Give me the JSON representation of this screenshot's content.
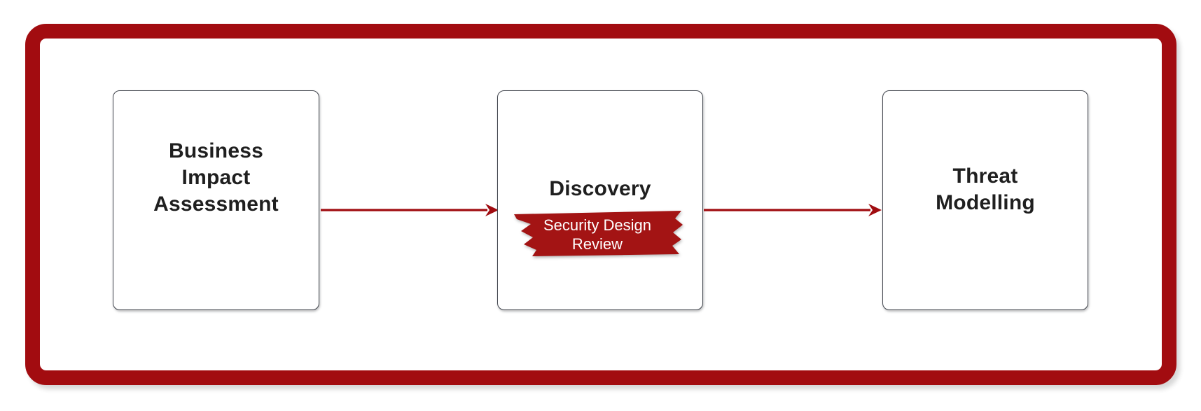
{
  "colors": {
    "frame_red": "#A20C10",
    "banner_red": "#A31414",
    "arrow_red": "#A00C10",
    "box_border": "#42464E",
    "text_dark": "#1F1F1F",
    "banner_text": "#FFFFFF",
    "background": "#FFFFFF"
  },
  "diagram": {
    "type": "flowchart",
    "direction": "left-to-right",
    "nodes": [
      {
        "id": "business-impact-assessment",
        "lines": [
          "Business",
          "Impact",
          "Assessment"
        ]
      },
      {
        "id": "discovery",
        "lines": [
          "Discovery"
        ],
        "badge": {
          "lines": [
            "Security Design",
            "Review"
          ]
        }
      },
      {
        "id": "threat-modelling",
        "lines": [
          "Threat",
          "Modelling"
        ]
      }
    ],
    "connectors": [
      {
        "from": "business-impact-assessment",
        "to": "discovery",
        "style": "arrow"
      },
      {
        "from": "discovery",
        "to": "threat-modelling",
        "style": "arrow"
      }
    ]
  }
}
